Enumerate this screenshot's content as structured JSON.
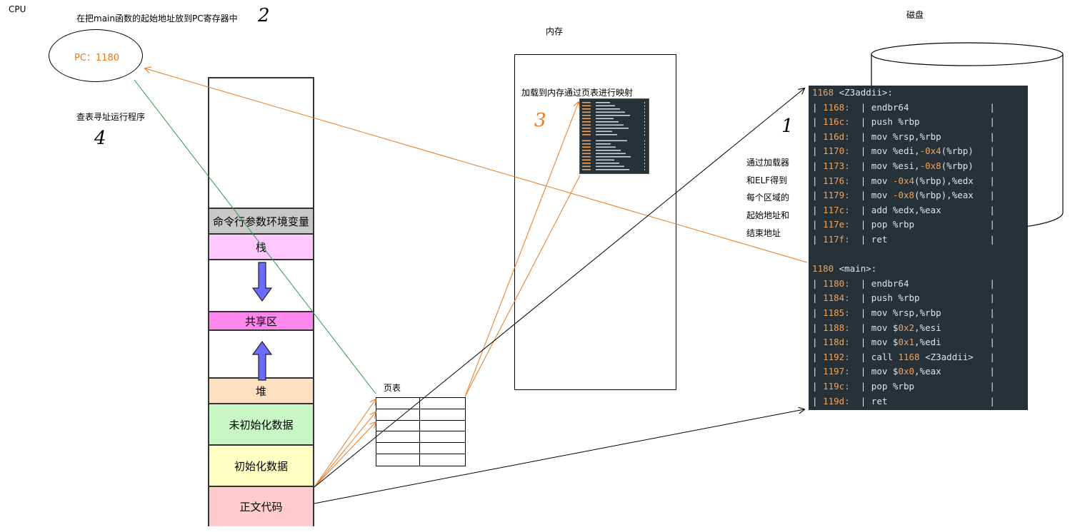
{
  "labels": {
    "cpu": "CPU",
    "step2_text": "在把main函数的起始地址放到PC寄存器中",
    "pc": "PC：1180",
    "step4_text": "查表寻址运行程序",
    "memory": "内存",
    "step3_text": "加载到内存通过页表进行映射",
    "disk": "磁盘",
    "page_table": "页表",
    "step1_lines": [
      "通过加载器",
      "和ELF得到",
      "每个区域的",
      "起始地址和",
      "结束地址"
    ]
  },
  "step_numbers": {
    "one": "1",
    "two": "2",
    "three": "3",
    "four": "4"
  },
  "segments": [
    {
      "label": "",
      "color": "#ffffff"
    },
    {
      "label": "命令行参数环境变量",
      "color": "#c8c8c8"
    },
    {
      "label": "栈",
      "color": "#ffc8ff"
    },
    {
      "label": "",
      "color": "#ffffff"
    },
    {
      "label": "共享区",
      "color": "#ff88ee"
    },
    {
      "label": "",
      "color": "#ffffff"
    },
    {
      "label": "堆",
      "color": "#fde0c2"
    },
    {
      "label": "未初始化数据",
      "color": "#c9f6c5"
    },
    {
      "label": "初始化数据",
      "color": "#ffffc4"
    },
    {
      "label": "正文代码",
      "color": "#ffcccb"
    }
  ],
  "colors": {
    "orange": "#e8791f",
    "green": "#2e9a4e",
    "arrow_fill": "#6b6bff",
    "code_bg": "#263238",
    "code_addr": "#f0a35e"
  },
  "code": {
    "blocks": [
      {
        "header_addr": "1168",
        "header_label": "<Z3addii>:",
        "rows": [
          {
            "addr": "1168:",
            "ins": "endbr64"
          },
          {
            "addr": "116c:",
            "ins": "push %rbp"
          },
          {
            "addr": "116d:",
            "ins": "mov %rsp,%rbp"
          },
          {
            "addr": "1170:",
            "ins": "mov %edi,-0x4(%rbp)"
          },
          {
            "addr": "1173:",
            "ins": "mov %esi,-0x8(%rbp)"
          },
          {
            "addr": "1176:",
            "ins": "mov -0x4(%rbp),%edx"
          },
          {
            "addr": "1179:",
            "ins": "mov -0x8(%rbp),%eax"
          },
          {
            "addr": "117c:",
            "ins": "add %edx,%eax"
          },
          {
            "addr": "117e:",
            "ins": "pop %rbp"
          },
          {
            "addr": "117f:",
            "ins": "ret"
          }
        ]
      },
      {
        "header_addr": "1180",
        "header_label": "<main>:",
        "rows": [
          {
            "addr": "1180:",
            "ins": "endbr64"
          },
          {
            "addr": "1184:",
            "ins": "push %rbp"
          },
          {
            "addr": "1185:",
            "ins": "mov %rsp,%rbp"
          },
          {
            "addr": "1188:",
            "ins": "mov $0x2,%esi"
          },
          {
            "addr": "118d:",
            "ins": "mov $0x1,%edi"
          },
          {
            "addr": "1192:",
            "ins": "call 1168 <Z3addii>"
          },
          {
            "addr": "1197:",
            "ins": "mov $0x0,%eax"
          },
          {
            "addr": "119c:",
            "ins": "pop %rbp"
          },
          {
            "addr": "119d:",
            "ins": "ret"
          }
        ]
      }
    ]
  }
}
